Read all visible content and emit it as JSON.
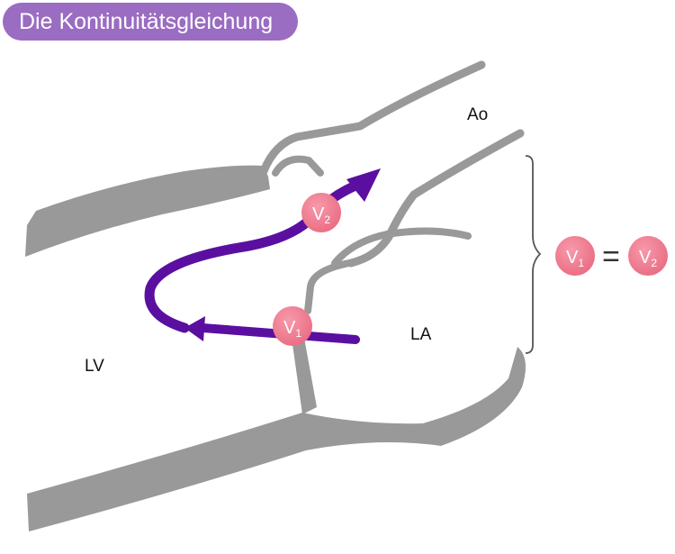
{
  "title": "Die Kontinuitätsgleichung",
  "labels": {
    "aorta": "Ao",
    "left_atrium": "LA",
    "left_ventricle": "LV"
  },
  "velocity_markers": {
    "v1": {
      "letter": "V",
      "sub": "1"
    },
    "v2": {
      "letter": "V",
      "sub": "2"
    }
  },
  "equation": {
    "left": {
      "letter": "V",
      "sub": "1"
    },
    "operator": "=",
    "right": {
      "letter": "V",
      "sub": "2"
    }
  },
  "colors": {
    "title_bg": "#9a6cc2",
    "tissue": "#999999",
    "flow_arrow": "#5b0fa0",
    "velocity_marker": "#f07a8e",
    "brace": "#555555"
  }
}
